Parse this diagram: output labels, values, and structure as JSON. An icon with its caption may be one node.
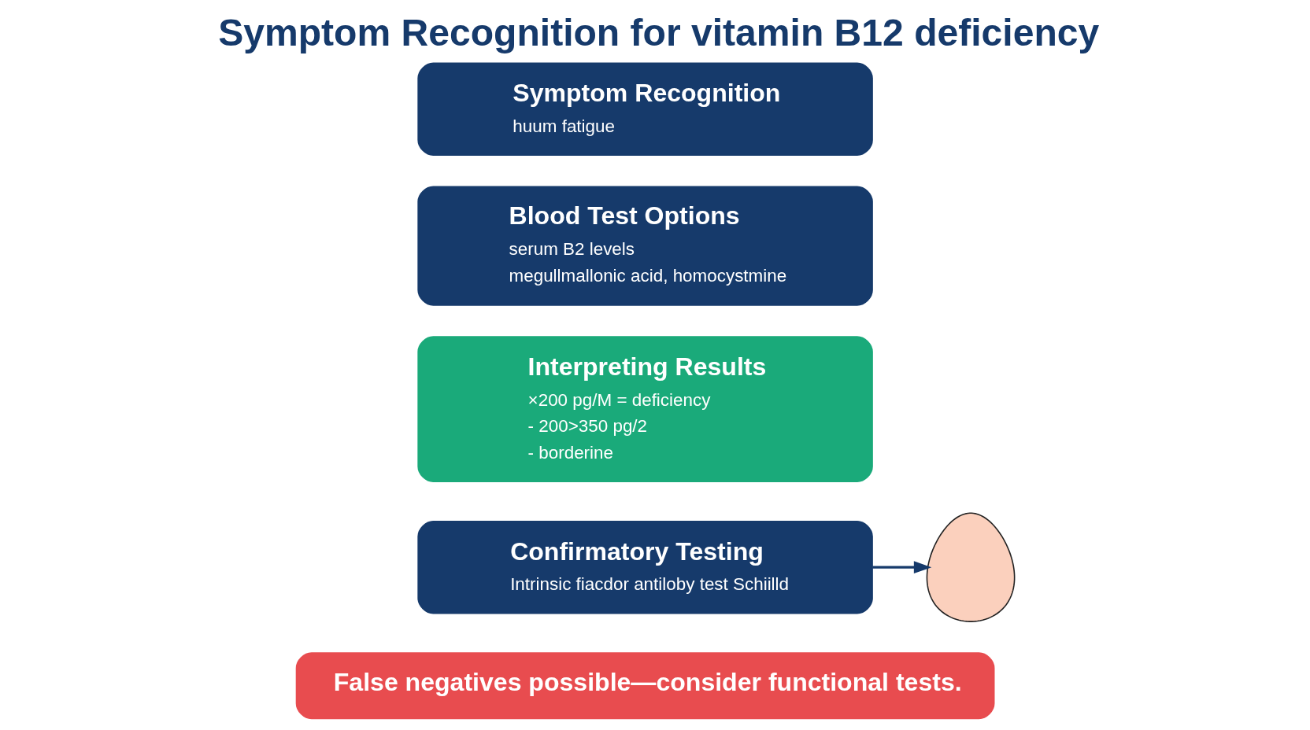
{
  "diagram": {
    "title": "Symptom Recognition for vitamin B12 deficiency",
    "nodes": [
      {
        "text": [
          "Symptom Recognition",
          "huum fatigue"
        ]
      },
      {
        "text": [
          "Blood Test Options",
          "serum B2 levels",
          "megullmallonic acid, homocystmine"
        ]
      },
      {
        "text": [
          "Interpreting Results",
          "×200 pg/M = deficiency",
          "- 200>350 pg/2",
          "- borderine"
        ]
      },
      {
        "text": [
          "Confirmatory Testing",
          "Intrinsic fiacdor antiloby test Schiilld"
        ]
      },
      {
        "text": [],
        "shape": "person"
      },
      {
        "text": [
          "False negatives possible—consider functional tests."
        ]
      }
    ],
    "edges": [
      {
        "from": 3,
        "to": 4,
        "arrow": "to"
      }
    ]
  }
}
